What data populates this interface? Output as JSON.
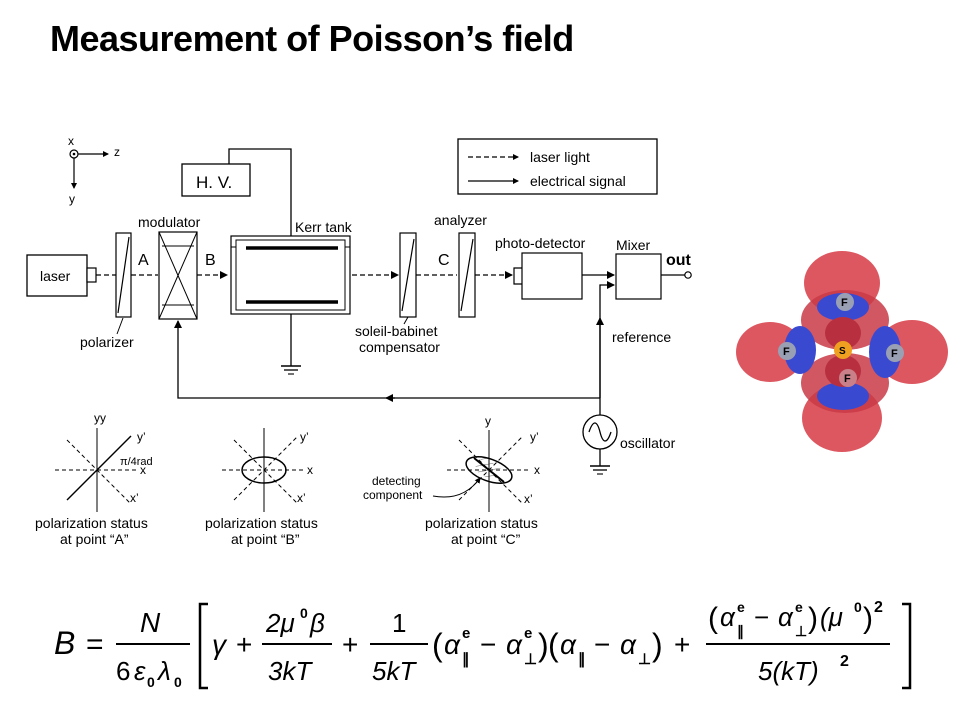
{
  "slide": {
    "title": "Measurement of Poisson’s field"
  },
  "axes": {
    "x": "x",
    "z": "z",
    "y": "y"
  },
  "legend": {
    "laser": "laser light",
    "electrical": "electrical signal"
  },
  "components": {
    "hv": "H. V.",
    "laser": "laser",
    "polarizer": "polarizer",
    "modulator": "modulator",
    "kerr_tank": "Kerr tank",
    "compensator_line1": "soleil-babinet",
    "compensator_line2": "compensator",
    "analyzer": "analyzer",
    "photodetector": "photo-detector",
    "mixer": "Mixer",
    "out": "out",
    "reference": "reference",
    "oscillator": "oscillator"
  },
  "points": {
    "a": "A",
    "b": "B",
    "c": "C"
  },
  "pol_a": {
    "yy": "yy",
    "yprime": "y’",
    "angle": "π/4rad",
    "x": "x",
    "xprime": "x’",
    "caption1": "polarization  status",
    "caption2": "at point “A”"
  },
  "pol_b": {
    "yprime": "y’",
    "x": "x",
    "xprime": "x’",
    "caption1": "polarization  status",
    "caption2": "at point “B”"
  },
  "pol_c": {
    "y": "y",
    "yprime": "y’",
    "x": "x",
    "xprime": "x’",
    "detecting1": "detecting",
    "detecting2": "component",
    "caption1": "polarization  status",
    "caption2": "at point “C”"
  },
  "molecule": {
    "atom_f": "F",
    "atom_s": "S"
  },
  "equation": {
    "lhs": "B",
    "N": "N",
    "six": "6",
    "eps": "ε",
    "lam": "λ",
    "zero": "0",
    "gamma": "γ",
    "two_mu": "2μ",
    "beta": "β",
    "three_kt": "3kT",
    "one": "1",
    "five_kt": "5kT",
    "alpha": "α",
    "e": "e",
    "par": "∥",
    "perp": "⊥",
    "mu0": "(μ",
    "five_kt_sq": "5(kT)",
    "two": "2"
  }
}
